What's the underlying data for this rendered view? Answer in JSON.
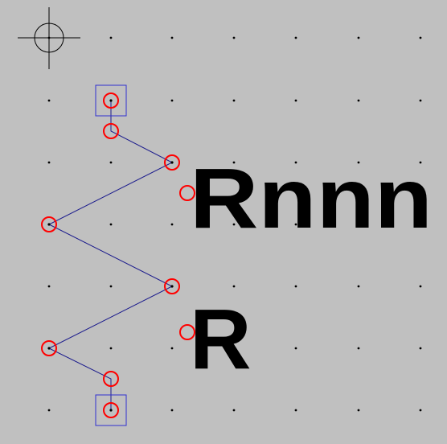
{
  "schematic": {
    "component": "resistor",
    "value_label": "Rnnn",
    "reference_label": "R"
  },
  "colors": {
    "background": "#c0c0c0",
    "grid": "#000000",
    "wire": "#1a1a8c",
    "pin_box": "#3030d0",
    "handle": "#ff0000",
    "text": "#000000"
  },
  "icons": {
    "origin": "crosshair-origin-icon",
    "pin": "pin-square-icon",
    "handle": "selection-handle-icon"
  }
}
